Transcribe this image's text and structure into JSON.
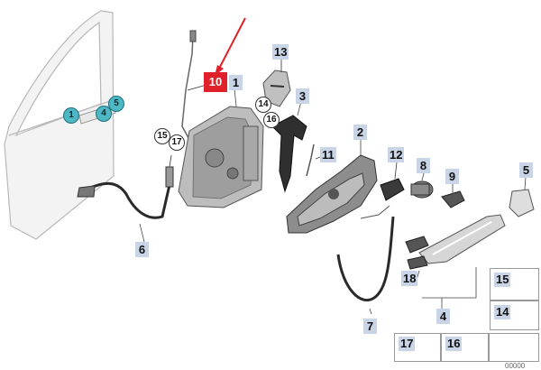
{
  "labels": {
    "p1": "1",
    "p2": "2",
    "p3": "3",
    "p4": "4",
    "p5": "5",
    "p6": "6",
    "p7": "7",
    "p8": "8",
    "p9": "9",
    "p10": "10",
    "p11": "11",
    "p12": "12",
    "p13": "13",
    "p14": "14",
    "p15": "15",
    "p16": "16",
    "p17": "17",
    "p18": "18"
  },
  "door_refs": {
    "r1": "1",
    "r4": "4",
    "r5": "5"
  },
  "lock_refs": {
    "r14": "14",
    "r15": "15",
    "r16": "16",
    "r17": "17"
  },
  "legend": {
    "b15": "15",
    "b14": "14",
    "b17": "17",
    "b16": "16"
  },
  "footer_code": "00000",
  "colors": {
    "highlight": "#e0202a",
    "label_bg": "#c9d4e6",
    "ref_circle": "#4db8c4"
  }
}
